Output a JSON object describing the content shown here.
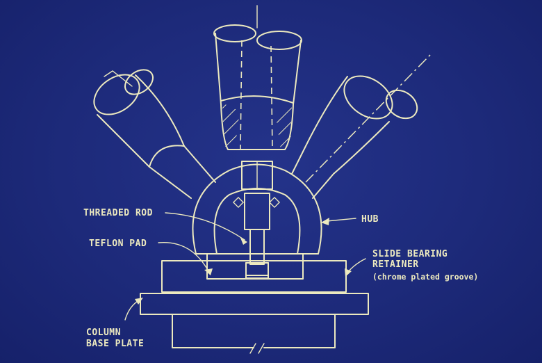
{
  "colors": {
    "background": "#1c2a78",
    "ink": "#ece9bf"
  },
  "labels": {
    "threaded_rod": "THREADED ROD",
    "teflon_pad": "TEFLON PAD",
    "hub": "HUB",
    "slide_bearing_line1": "SLIDE BEARING",
    "slide_bearing_line2": "RETAINER",
    "slide_bearing_note": "(chrome plated groove)",
    "column_line1": "COLUMN",
    "column_line2": "BASE PLATE"
  }
}
